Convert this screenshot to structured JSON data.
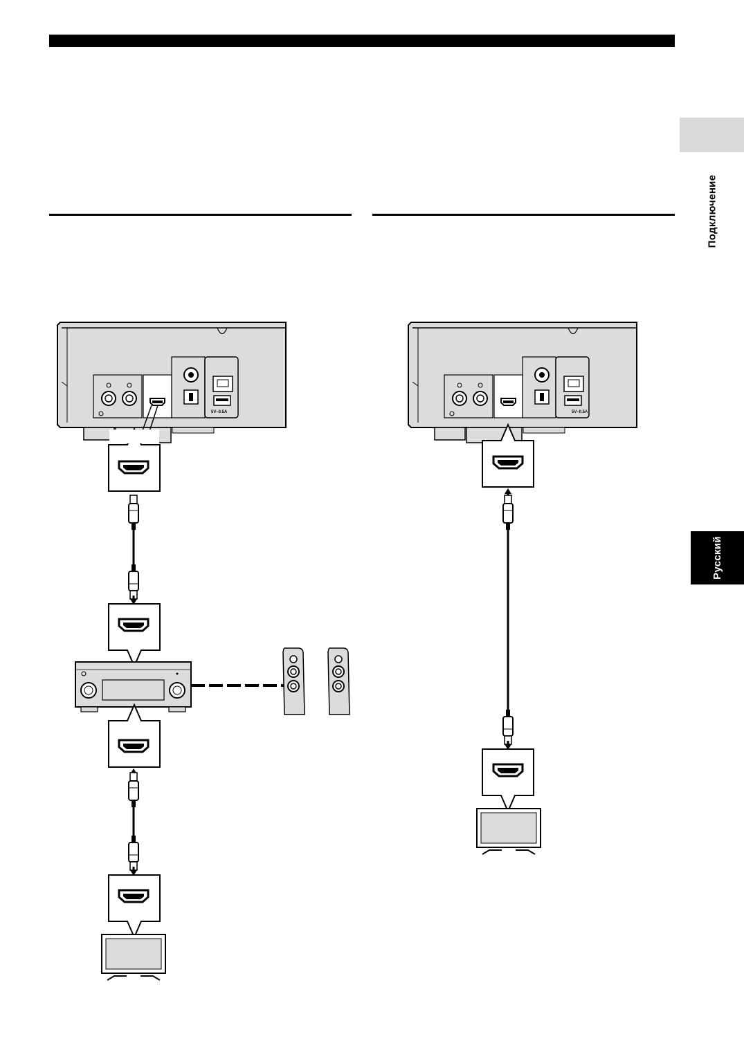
{
  "side_tabs": {
    "section_label": "Подключение",
    "language_label": "Русский"
  },
  "diagrams": {
    "port_label": "5V–0.5A",
    "left_title": "",
    "right_title": ""
  },
  "colors": {
    "black": "#000000",
    "device_gray": "#dcdcdc",
    "tab_gray": "#d9d9d9"
  }
}
